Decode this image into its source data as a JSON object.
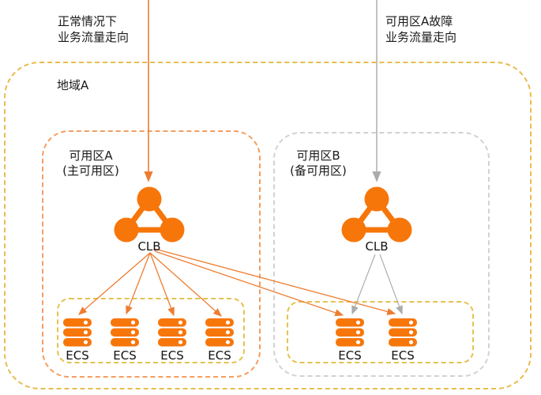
{
  "annotations": {
    "normal_flow_line1": "正常情况下",
    "normal_flow_line2": "业务流量走向",
    "failover_flow_line1": "可用区A故障",
    "failover_flow_line2": "业务流量走向"
  },
  "region": {
    "label": "地域A"
  },
  "zones": {
    "a": {
      "title": "可用区A",
      "subtitle": "(主可用区)",
      "clb_label": "CLB",
      "ecs": [
        {
          "label": "ECS"
        },
        {
          "label": "ECS"
        },
        {
          "label": "ECS"
        },
        {
          "label": "ECS"
        }
      ]
    },
    "b": {
      "title": "可用区B",
      "subtitle": "(备可用区)",
      "clb_label": "CLB",
      "ecs": [
        {
          "label": "ECS"
        },
        {
          "label": "ECS"
        }
      ]
    }
  },
  "icons": {
    "clb": "load-balancer-cluster-icon",
    "ecs": "server-stack-icon"
  },
  "colors": {
    "icon_orange": "#f7760a",
    "arrow_orange": "#ed7d31",
    "arrow_gray": "#ababab",
    "region_border": "#e8bc4f",
    "zone_a_border": "#f59d5f",
    "zone_b_border": "#d2d2d2",
    "ecs_group_border": "#e4c24f",
    "text": "#1a1a1a"
  }
}
